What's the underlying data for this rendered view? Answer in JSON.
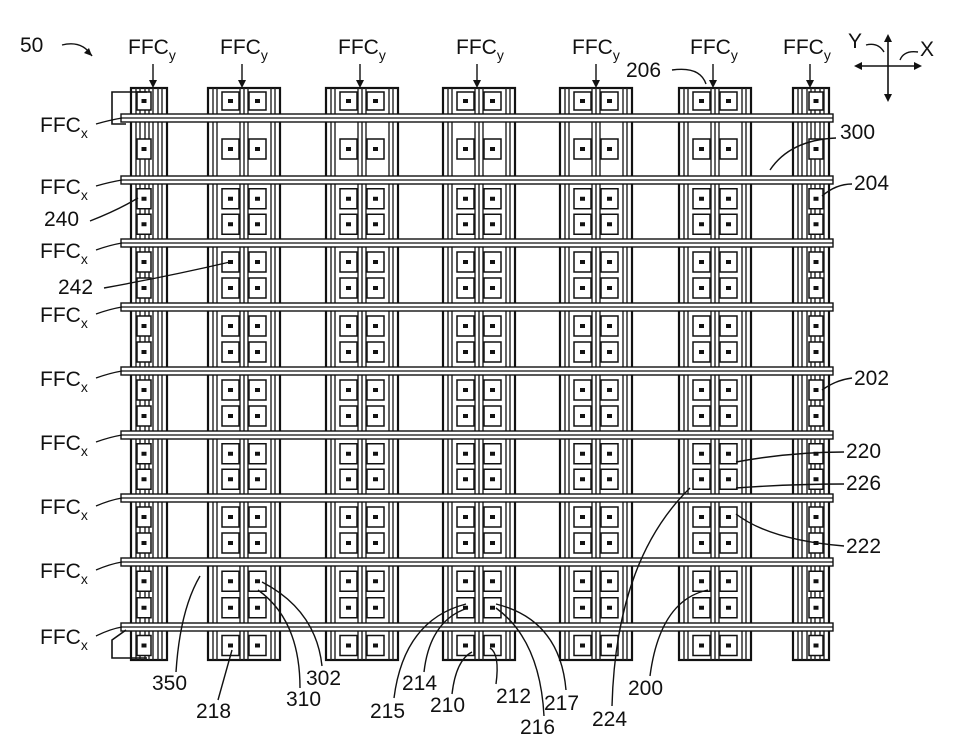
{
  "figure": {
    "ref": "50",
    "axes": {
      "y": "Y",
      "x": "X"
    },
    "ffc_y": {
      "base": "FFC",
      "sub": "y"
    },
    "ffc_x": {
      "base": "FFC",
      "sub": "x"
    },
    "refs": {
      "r206": "206",
      "r300": "300",
      "r204": "204",
      "r240": "240",
      "r242": "242",
      "r202": "202",
      "r220": "220",
      "r226": "226",
      "r222": "222",
      "r350": "350",
      "r218": "218",
      "r310": "310",
      "r302": "302",
      "r215": "215",
      "r214": "214",
      "r210": "210",
      "r212": "212",
      "r216": "216",
      "r217": "217",
      "r224": "224",
      "r200": "200"
    }
  }
}
